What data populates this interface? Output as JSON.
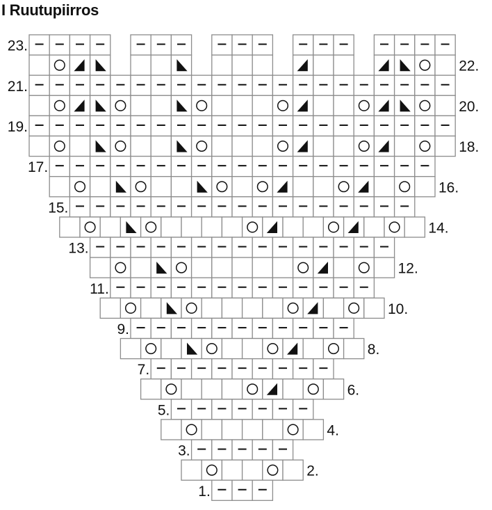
{
  "title": "I Ruutupiirros",
  "symbols": {
    "-": "dash-mark",
    "o": "circle-mark",
    "L": "left-triangle-mark",
    "R": "right-triangle-mark"
  },
  "colors": {
    "grid": "#8c8c8c",
    "ink": "#111111",
    "background": "#ffffff"
  },
  "rows": [
    {
      "label": "23.",
      "side": "left",
      "cells": "----_---_---_---_----"
    },
    {
      "label": "22.",
      "side": "right",
      "cells": " oRL_  L_   _R  _RLo "
    },
    {
      "label": "21.",
      "side": "left",
      "cells": "---------------------"
    },
    {
      "label": "20.",
      "side": "right",
      "cells": " oRLo  Lo   oR  oRLo "
    },
    {
      "label": "19.",
      "side": "left",
      "cells": "---------------------"
    },
    {
      "label": "18.",
      "side": "right",
      "cells": " o Lo  Lo   oR  oR o "
    },
    {
      "label": "17.",
      "side": "left",
      "cells": "-------------------"
    },
    {
      "label": "16.",
      "side": "right",
      "cells": " o Lo  Lo oR  oR o "
    },
    {
      "label": "15.",
      "side": "left",
      "cells": "-----------------"
    },
    {
      "label": "14.",
      "side": "right",
      "cells": " o Lo    oR  oR o "
    },
    {
      "label": "13.",
      "side": "left",
      "cells": "---------------"
    },
    {
      "label": "12.",
      "side": "right",
      "cells": " o Lo     oR o "
    },
    {
      "label": "11.",
      "side": "left",
      "cells": "-------------"
    },
    {
      "label": "10.",
      "side": "right",
      "cells": " o Lo    oR o "
    },
    {
      "label": "9.",
      "side": "left",
      "cells": "-----------"
    },
    {
      "label": "8.",
      "side": "right",
      "cells": " o Lo  oR o "
    },
    {
      "label": "7.",
      "side": "left",
      "cells": "---------"
    },
    {
      "label": "6.",
      "side": "right",
      "cells": " o   oR o "
    },
    {
      "label": "5.",
      "side": "left",
      "cells": "-------"
    },
    {
      "label": "4.",
      "side": "right",
      "cells": " o    o "
    },
    {
      "label": "3.",
      "side": "left",
      "cells": "-----"
    },
    {
      "label": "2.",
      "side": "right",
      "cells": " o  o "
    },
    {
      "label": "1.",
      "side": "left",
      "cells": "---"
    }
  ]
}
